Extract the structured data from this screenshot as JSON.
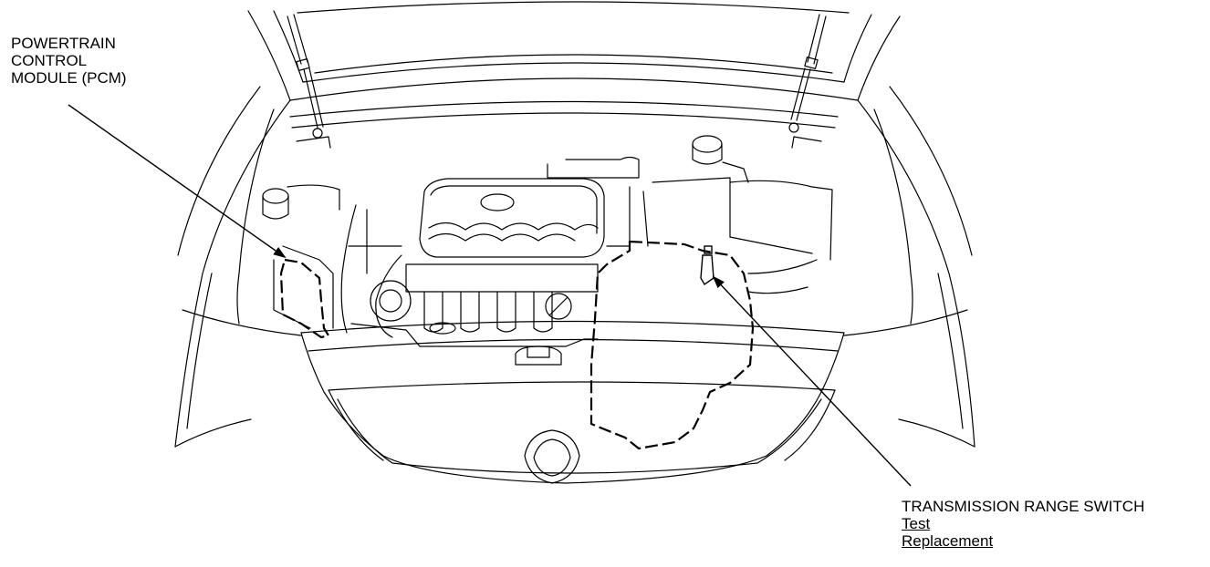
{
  "labels": {
    "pcm": {
      "line1": "POWERTRAIN",
      "line2": "CONTROL",
      "line3": "MODULE (PCM)"
    },
    "trs": {
      "title": "TRANSMISSION RANGE SWITCH",
      "links": [
        "Test",
        "Replacement"
      ]
    }
  },
  "colors": {
    "ink": "#000000",
    "background": "#ffffff"
  }
}
